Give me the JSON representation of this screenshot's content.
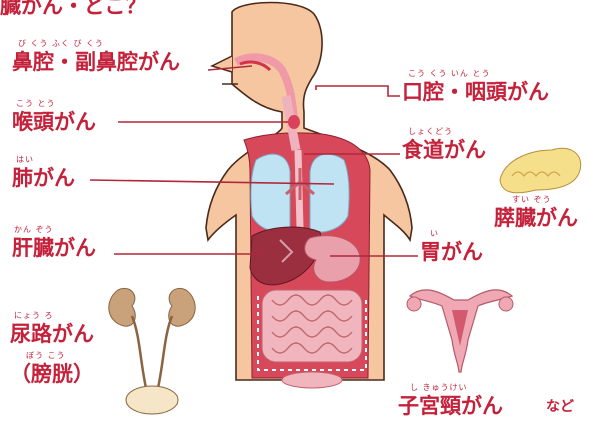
{
  "top_fragment": "臓がん・どこ？",
  "labels": {
    "nasal": {
      "text": "鼻腔・副鼻腔がん",
      "ruby": "び くう  ふく び くう"
    },
    "oral": {
      "text": "口腔・咽頭がん",
      "ruby": "こう くう   いん とう"
    },
    "larynx": {
      "text": "喉頭がん",
      "ruby": "こう とう"
    },
    "esophagus": {
      "text": "食道がん",
      "ruby": "しょくどう"
    },
    "lung": {
      "text": "肺がん",
      "ruby": "はい"
    },
    "pancreas": {
      "text": "膵臓がん",
      "ruby": "すい ぞう"
    },
    "liver": {
      "text": "肝臓がん",
      "ruby": "かん ぞう"
    },
    "stomach": {
      "text": "胃がん",
      "ruby": "い"
    },
    "urinary": {
      "text": "尿路がん",
      "ruby": "にょう ろ"
    },
    "bladder": {
      "text": "（膀胱）",
      "ruby": "ぼう こう"
    },
    "cervix": {
      "text": "子宮頸がん",
      "ruby": "し きゅうけい"
    },
    "etc": "など"
  },
  "colors": {
    "label": "#c4213a",
    "leader": "#b0283a",
    "skin": "#f6c6a0",
    "skin_outline": "#4a2a1a",
    "lung": "#bfe3f2",
    "liver": "#9b2f3f",
    "stomach": "#e9a0ab",
    "intestine": "#f1b5bd",
    "kidney": "#c9a27c",
    "pancreas": "#f6df8a",
    "uterus": "#f0a9b4"
  }
}
